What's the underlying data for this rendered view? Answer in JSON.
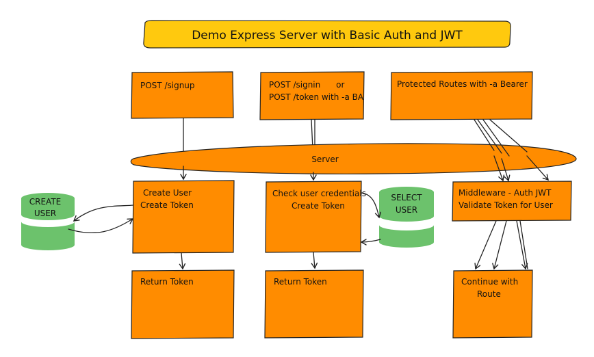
{
  "title": "Demo Express Server with Basic Auth and JWT",
  "colors": {
    "title_fill": "#FFC90E",
    "box_fill": "#FF8C00",
    "db_fill": "#6CC26C",
    "stroke": "#222222",
    "text": "#111111"
  },
  "boxes": {
    "post_signup": {
      "line1": "POST /signup"
    },
    "post_signin": {
      "line1": "POST /signin      or",
      "line2": "POST /token with -a BA"
    },
    "protected_routes": {
      "line1": "Protected Routes with -a Bearer"
    },
    "create_user": {
      "line1": "Create User",
      "line2": "Create Token"
    },
    "check_credentials": {
      "line1": "Check user credentials",
      "line2": "Create Token"
    },
    "middleware": {
      "line1": "Middleware - Auth JWT",
      "line2": "Validate Token for User"
    },
    "return_token_1": {
      "line1": "Return Token"
    },
    "return_token_2": {
      "line1": "Return Token"
    },
    "continue_route": {
      "line1": "Continue with",
      "line2": "Route"
    }
  },
  "server": {
    "label": "Server"
  },
  "databases": {
    "create_user_db": {
      "line1": "CREATE",
      "line2": "USER"
    },
    "select_user_db": {
      "line1": "SELECT",
      "line2": "USER"
    }
  }
}
